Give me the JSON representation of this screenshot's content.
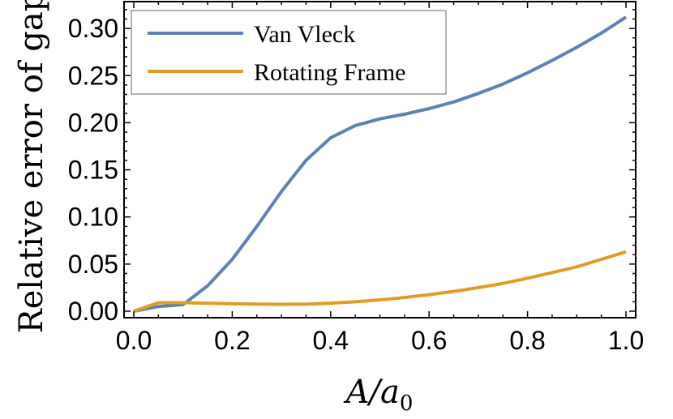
{
  "chart_data": {
    "type": "line",
    "title": "",
    "xlabel": "A/a0",
    "ylabel": "Relative error of gap",
    "xlim": [
      0.0,
      1.0
    ],
    "ylim": [
      0.0,
      0.32
    ],
    "x_ticks": [
      "0.0",
      "0.2",
      "0.4",
      "0.6",
      "0.8",
      "1.0"
    ],
    "y_ticks": [
      "0.00",
      "0.05",
      "0.10",
      "0.15",
      "0.20",
      "0.25",
      "0.30"
    ],
    "grid": false,
    "legend_position": "upper-left",
    "x": [
      0.0,
      0.05,
      0.1,
      0.15,
      0.2,
      0.25,
      0.3,
      0.35,
      0.4,
      0.45,
      0.5,
      0.55,
      0.6,
      0.65,
      0.7,
      0.75,
      0.8,
      0.85,
      0.9,
      0.95,
      1.0
    ],
    "series": [
      {
        "name": "Van Vleck",
        "color": "#5e81b5",
        "values": [
          0.0,
          0.005,
          0.007,
          0.027,
          0.055,
          0.09,
          0.127,
          0.16,
          0.184,
          0.197,
          0.204,
          0.209,
          0.215,
          0.222,
          0.231,
          0.241,
          0.253,
          0.266,
          0.28,
          0.295,
          0.312
        ]
      },
      {
        "name": "Rotating Frame",
        "color": "#e19c24",
        "values": [
          0.0,
          0.009,
          0.009,
          0.0085,
          0.008,
          0.0075,
          0.0073,
          0.0075,
          0.0085,
          0.01,
          0.012,
          0.0145,
          0.0175,
          0.021,
          0.025,
          0.0295,
          0.035,
          0.041,
          0.047,
          0.055,
          0.063
        ]
      }
    ]
  },
  "legend": {
    "items": [
      {
        "label": "Van Vleck",
        "color": "#5e81b5"
      },
      {
        "label": "Rotating Frame",
        "color": "#e19c24"
      }
    ]
  },
  "axes": {
    "xlabel_main": "A/a",
    "xlabel_sub": "0",
    "ylabel": "Relative error of gap"
  }
}
